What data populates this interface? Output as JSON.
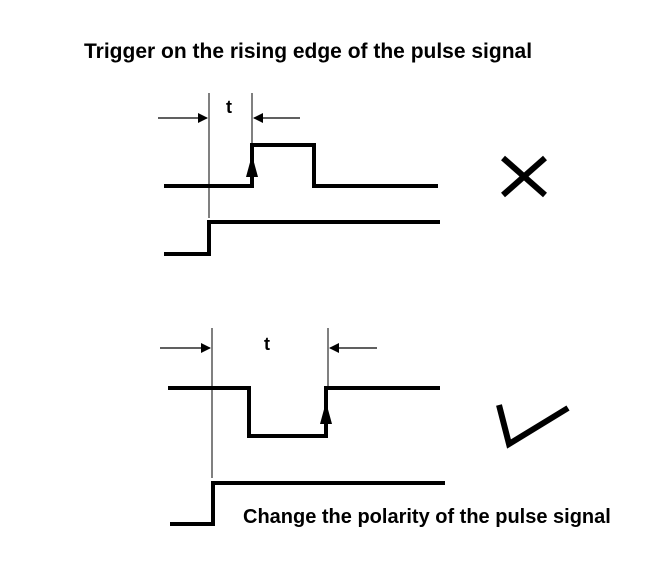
{
  "title": "Trigger on the rising edge of the pulse signal",
  "caption": "Change the polarity of the pulse signal",
  "top_panel": {
    "interval_label": "t",
    "verdict": "wrong",
    "verdict_icon": "cross-icon"
  },
  "bottom_panel": {
    "interval_label": "t",
    "verdict": "correct",
    "verdict_icon": "checkmark-icon"
  },
  "colors": {
    "stroke": "#000000",
    "background": "#ffffff"
  }
}
